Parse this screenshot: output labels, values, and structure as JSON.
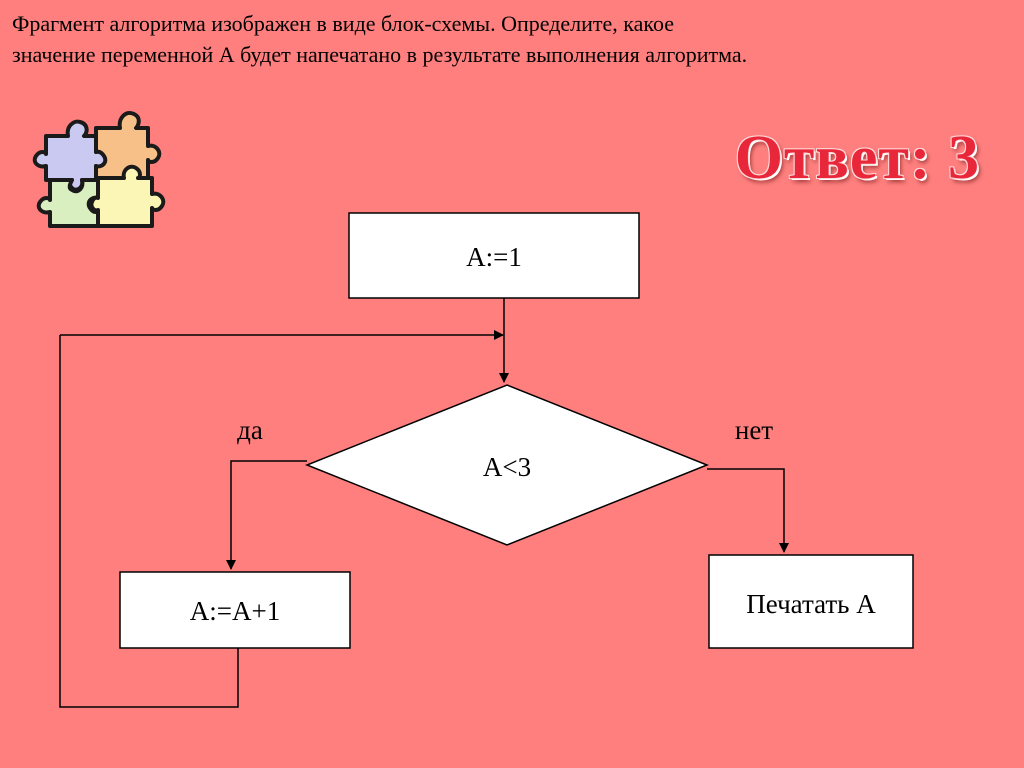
{
  "question": {
    "line1": "Фрагмент алгоритма изображен в виде блок-схемы. Определите, какое",
    "line2": "значение переменной А будет напечатано в результате выполнения алгоритма."
  },
  "answer": {
    "text": "Ответ: 3"
  },
  "flowchart": {
    "init": "A:=1",
    "condition": "A<3",
    "yes_label": "да",
    "no_label": "нет",
    "increment": "A:=A+1",
    "output": "Печатать А"
  },
  "colors": {
    "background": "#fe7f7e",
    "answer": "#e8283a",
    "block_fill": "#ffffff",
    "puzzle_blue": "#c9c9f2",
    "puzzle_orange": "#f7c089",
    "puzzle_green": "#d9efbf",
    "puzzle_yellow": "#fbf6b5"
  },
  "icons": {
    "puzzle": "puzzle-pieces-icon"
  }
}
